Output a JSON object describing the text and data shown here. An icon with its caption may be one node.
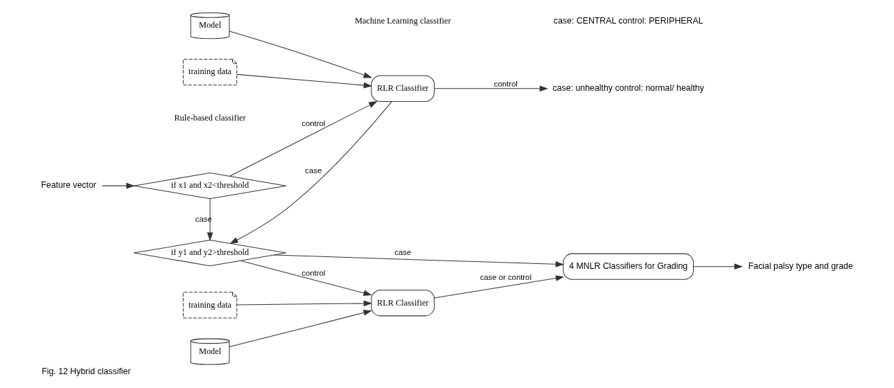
{
  "diagram": {
    "caption": "Fig. 12 Hybrid classifier",
    "nodes": [
      {
        "text": [
          "Feature vector"
        ]
      },
      {
        "text": [
          "if x1 and x2<threshold"
        ]
      },
      {
        "text": [
          "RLR Classifier"
        ]
      },
      {
        "text": [
          "case: unhealthy control: normal/ healthy"
        ]
      },
      {
        "text": [
          "Model"
        ]
      },
      {
        "text": [
          "training data"
        ]
      },
      {
        "text": [
          "if y1 and y2>threshold"
        ]
      },
      {
        "text": [
          "RLR Classifier"
        ]
      },
      {
        "text": [
          "Model"
        ]
      },
      {
        "text": [
          "training data"
        ]
      },
      {
        "text": [
          "4 MNLR Classifiers for Grading"
        ]
      },
      {
        "text": [
          "Facial palsy type and grade"
        ]
      }
    ],
    "edges": [
      {
        "from": 0,
        "to": 1,
        "arrow": "to"
      },
      {
        "from": 1,
        "to": 2,
        "arrow": "to",
        "label": "control"
      },
      {
        "from": 2,
        "to": 3,
        "arrow": "to",
        "label": "control"
      },
      {
        "from": 2,
        "to": 6,
        "arrow": "to",
        "label": "case"
      },
      {
        "from": 1,
        "to": 6,
        "arrow": "to",
        "label": "case"
      },
      {
        "from": 4,
        "to": 2,
        "arrow": "to"
      },
      {
        "from": 5,
        "to": 2,
        "arrow": "to"
      },
      {
        "from": 6,
        "to": 7,
        "arrow": "to",
        "label": "control"
      },
      {
        "from": 6,
        "to": 10,
        "arrow": "to",
        "label": "case"
      },
      {
        "from": 7,
        "to": 10,
        "arrow": "to",
        "label": "case or control"
      },
      {
        "from": 8,
        "to": 7,
        "arrow": "to"
      },
      {
        "from": 9,
        "to": 7,
        "arrow": "to"
      },
      {
        "from": 10,
        "to": 11,
        "arrow": "to"
      }
    ],
    "labels": [
      "Rule-based classifier",
      "Machine Learning classifier",
      "case: CENTRAL control: PERIPHERAL"
    ]
  }
}
